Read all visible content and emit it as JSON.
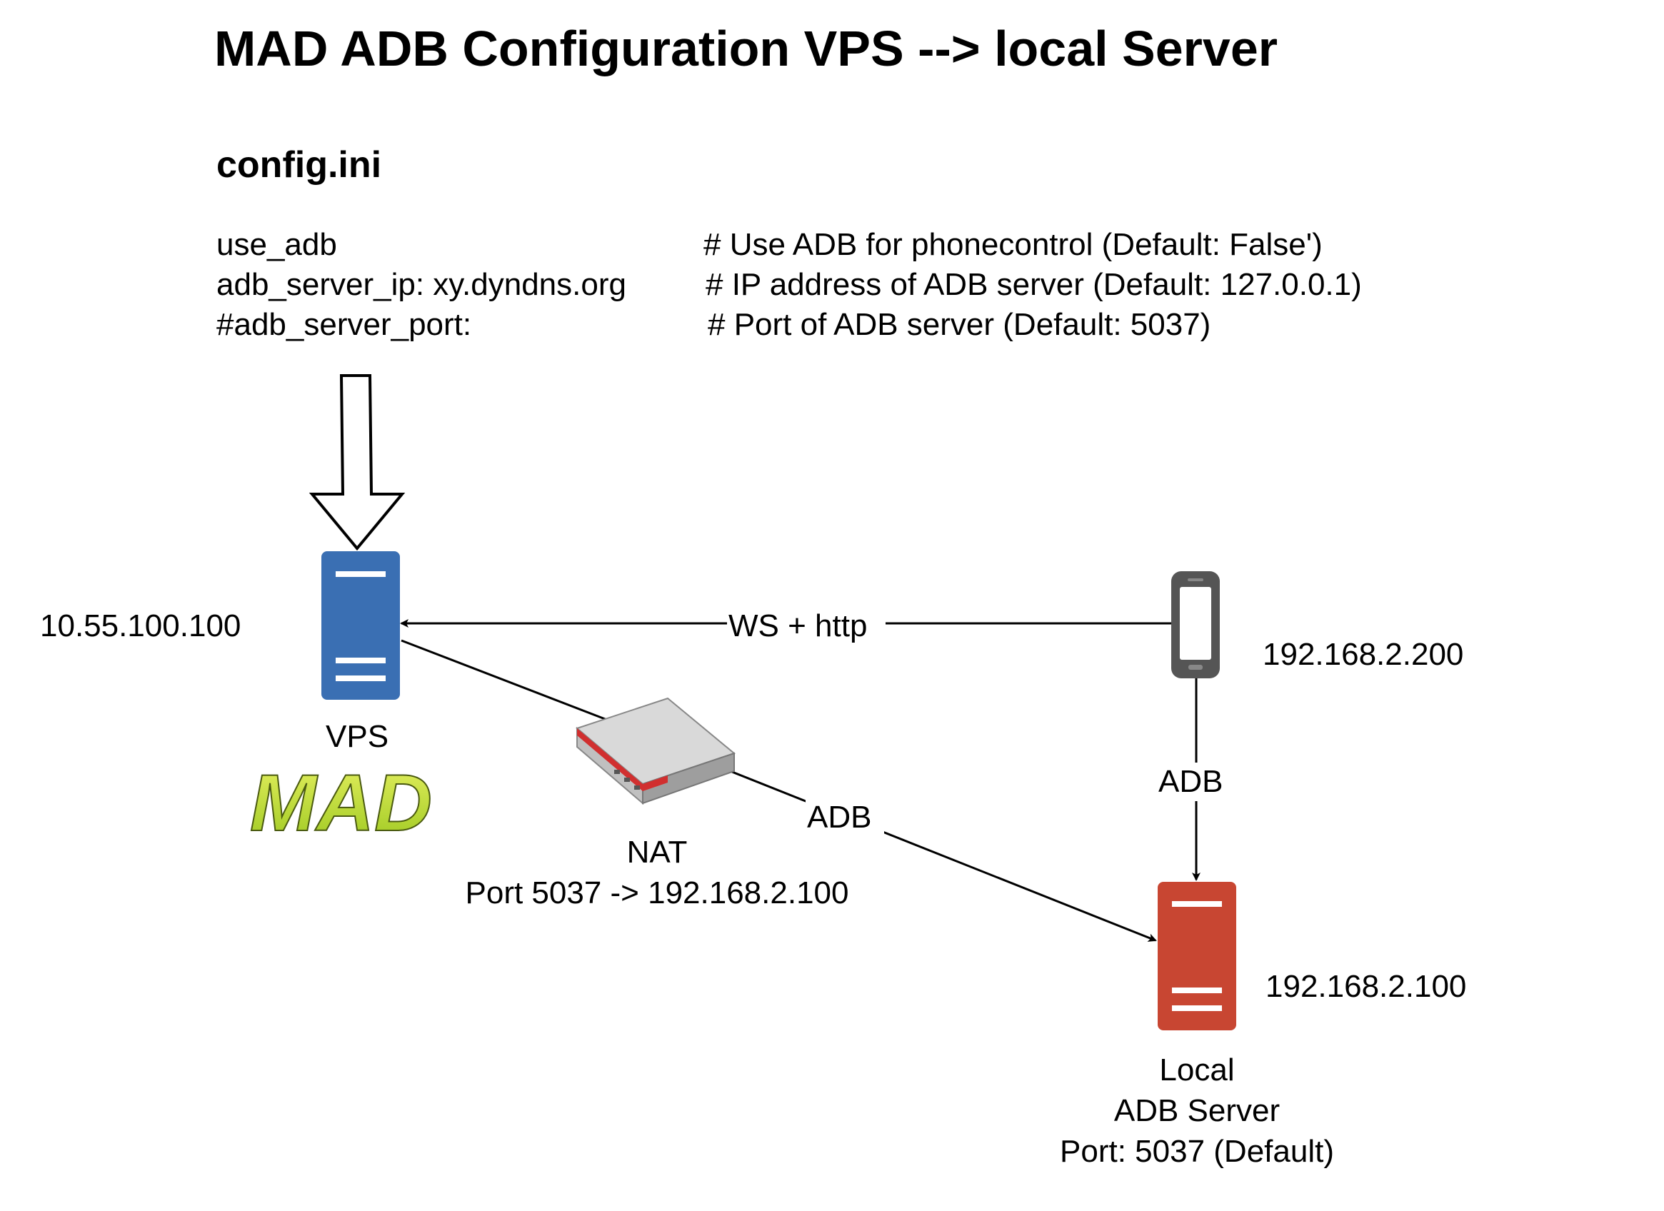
{
  "title": "MAD ADB Configuration VPS --> local Server",
  "config": {
    "heading": "config.ini",
    "lines": [
      {
        "key": "use_adb",
        "comment": "# Use ADB for phonecontrol (Default: False')"
      },
      {
        "key": "adb_server_ip: xy.dyndns.org",
        "comment": "# IP address of ADB server (Default: 127.0.0.1)"
      },
      {
        "key": "#adb_server_port:",
        "comment": "# Port of ADB server (Default: 5037)"
      }
    ]
  },
  "nodes": {
    "vps": {
      "label": "VPS",
      "ip": "10.55.100.100",
      "logo_text": "MAD",
      "color": "#3a6fb3"
    },
    "phone": {
      "ip": "192.168.2.200",
      "color": "#555555"
    },
    "nat": {
      "label": "NAT",
      "rule": "Port 5037 -> 192.168.2.100",
      "accent": "#d12f2f"
    },
    "local_server": {
      "label_line1": "Local",
      "label_line2": "ADB Server",
      "label_line3": "Port: 5037 (Default)",
      "ip": "192.168.2.100",
      "color": "#c84632"
    }
  },
  "edges": {
    "phone_to_vps": "WS + http",
    "phone_to_local": "ADB",
    "vps_to_local": "ADB"
  }
}
